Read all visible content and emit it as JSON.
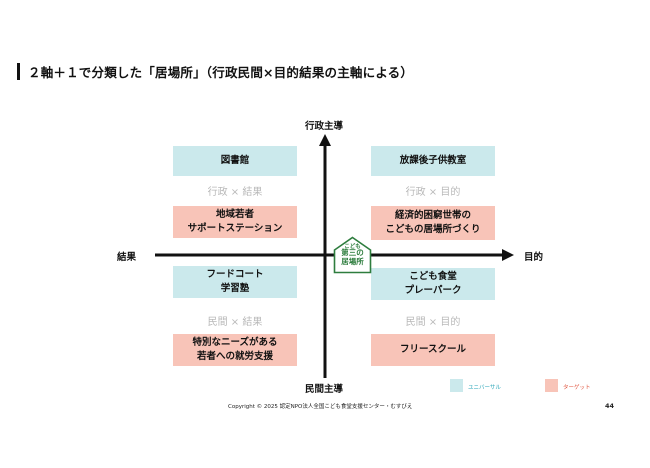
{
  "title": "２軸＋１で分類した「居場所」（行政民間×目的結果の主軸による）",
  "axes": {
    "top": "行政主導",
    "bottom": "民間主導",
    "left": "結果",
    "right": "目的"
  },
  "quadrants": {
    "top_left": {
      "universal": "図書館",
      "label": "行政 × 結果",
      "target": "地域若者\nサポートステーション"
    },
    "top_right": {
      "universal": "放課後子供教室",
      "label": "行政 × 目的",
      "target": "経済的困窮世帯の\nこどもの居場所づくり"
    },
    "bottom_left": {
      "universal": "フードコート\n学習塾",
      "label": "民間 × 結果",
      "target": "特別なニーズがある\n若者への就労支援"
    },
    "bottom_right": {
      "universal": "こども食堂\nプレーパーク",
      "label": "民間 × 目的",
      "target": "フリースクール"
    }
  },
  "center_badge": {
    "small": "こども",
    "main": "第三の\n居場所",
    "color": "#2e7d3e"
  },
  "legend": {
    "universal": "ユニバーサル",
    "target": "ターゲット",
    "universal_color": "#cbe9ec",
    "target_color": "#f8c4b8",
    "universal_text_color": "#2aa6b8",
    "target_text_color": "#e0533c"
  },
  "footer": {
    "copyright": "Copyright © 2025 認定NPO法人全国こども食堂支援センター・むすびえ",
    "page": "44"
  }
}
